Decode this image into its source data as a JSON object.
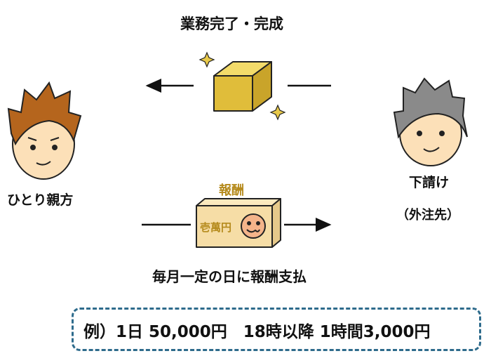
{
  "title": "業務完了・完成",
  "left_person": {
    "label": "ひとり親方"
  },
  "right_person": {
    "label": "下請け",
    "sublabel": "（外注先）"
  },
  "payment": {
    "label": "報酬",
    "box_text": "壱萬円"
  },
  "caption": "毎月一定の日に報酬支払",
  "example": "例）1日 50,000円　18時以降 1時間3,000円",
  "colors": {
    "gold": "#b58a1c",
    "box": "#f6dda6",
    "cube": "#e8c94a",
    "dash": "#2e6b8c",
    "skin": "#fce0b8"
  }
}
